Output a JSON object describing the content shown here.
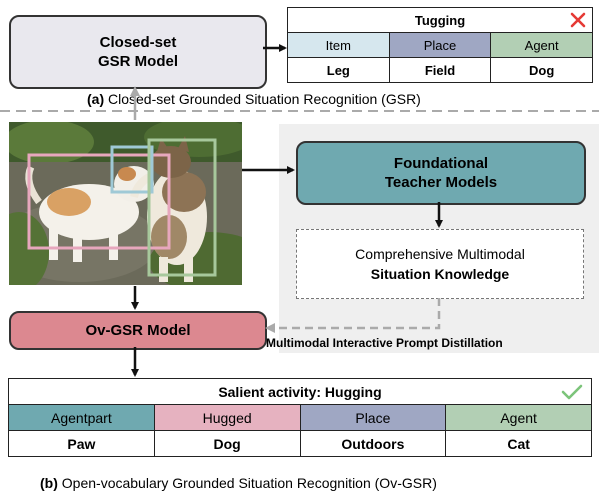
{
  "closed_model": {
    "line1": "Closed-set",
    "line2": "GSR Model"
  },
  "top_table": {
    "title": "Tugging",
    "result_icon": "red-cross-icon",
    "roles": [
      "Item",
      "Place",
      "Agent"
    ],
    "values": [
      "Leg",
      "Field",
      "Dog"
    ]
  },
  "caption_a": {
    "label": "(a)",
    "text": " Closed-set Grounded Situation Recognition (GSR)"
  },
  "teacher": {
    "line1": "Foundational",
    "line2": "Teacher Models"
  },
  "knowledge": {
    "line1": "Comprehensive Multimodal",
    "line2": "Situation Knowledge"
  },
  "ov_model": {
    "label": "Ov-GSR Model"
  },
  "distill_label": "Multimodal Interactive Prompt Distillation",
  "bottom_table": {
    "title": "Salient activity: Hugging",
    "result_icon": "green-check-icon",
    "roles": [
      "Agentpart",
      "Hugged",
      "Place",
      "Agent"
    ],
    "values": [
      "Paw",
      "Dog",
      "Outdoors",
      "Cat"
    ]
  },
  "caption_b": {
    "label": "(b)",
    "text": " Open-vocabulary Grounded Situation Recognition (Ov-GSR)"
  },
  "colors": {
    "closed_model": "#e9e8ee",
    "teacher": "#6fa9b0",
    "ov_model": "#dc8890",
    "item": "#d6e7ee",
    "place": "#9fa7c3",
    "agent": "#b2cfb4",
    "hugged": "#e6b2c0",
    "cross": "#e53935",
    "check": "#7cc47a"
  }
}
